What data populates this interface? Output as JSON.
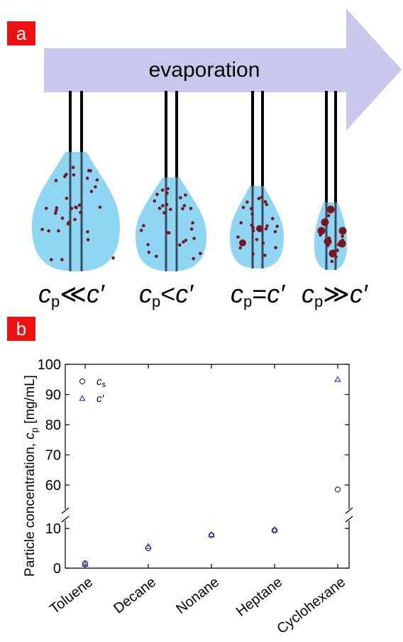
{
  "panel_a": {
    "label": "a",
    "arrow_text": "evaporation",
    "droplets": [
      {
        "subscript": "p",
        "relation": "≪",
        "rhs": "c′"
      },
      {
        "subscript": "p",
        "relation": "<",
        "rhs": "c′"
      },
      {
        "subscript": "p",
        "relation": "=",
        "rhs": "c′"
      },
      {
        "subscript": "p",
        "relation": "≫",
        "rhs": "c′"
      }
    ],
    "colors": {
      "arrow": "#c8c8ec",
      "droplet": "#8fd6f5",
      "fiber": "#3a4a5a",
      "particle": "#7a1522"
    }
  },
  "panel_b": {
    "label": "b"
  },
  "chart_data": {
    "type": "scatter",
    "ylabel_prefix": "Particle concentration, ",
    "ylabel_var": "c",
    "ylabel_sub": "p",
    "ylabel_unit": " [mg/mL]",
    "categories": [
      "Toluene",
      "Decane",
      "Nonane",
      "Heptane",
      "Cyclohexane"
    ],
    "axis_break": true,
    "lower_ylim": [
      0,
      12
    ],
    "lower_yticks": [
      0,
      10
    ],
    "upper_ylim": [
      52,
      100
    ],
    "upper_yticks": [
      60,
      70,
      80,
      90,
      100
    ],
    "series": [
      {
        "name": "c",
        "name_sub": "s",
        "marker": "circle",
        "color": "#222222",
        "values": [
          1.2,
          5.0,
          8.3,
          9.5,
          58.5
        ]
      },
      {
        "name": "c′",
        "name_sub": "",
        "marker": "triangle",
        "color": "#2a2ad8",
        "values": [
          1.0,
          5.5,
          8.5,
          9.7,
          95.0
        ]
      }
    ],
    "legend_position": "top-left"
  }
}
